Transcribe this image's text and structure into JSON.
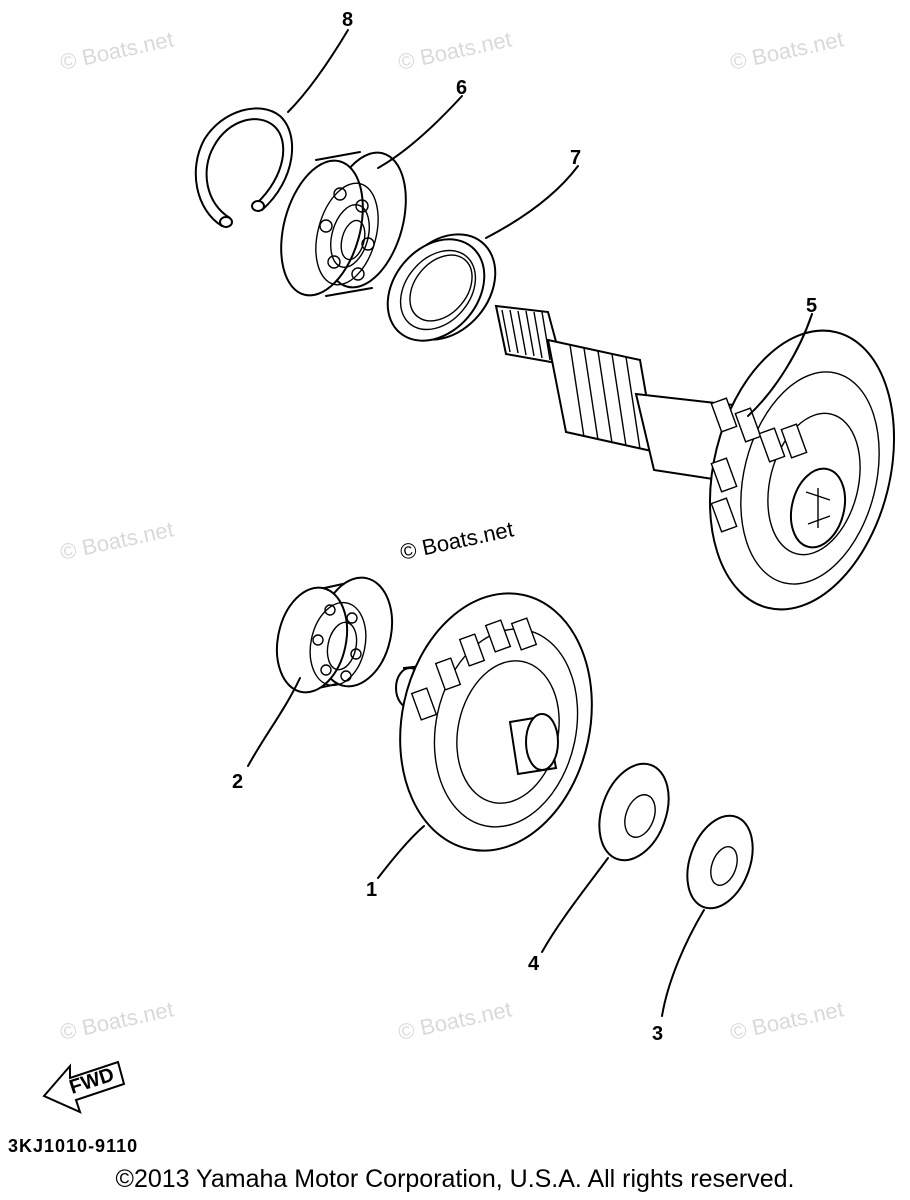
{
  "watermark": "© Boats.net",
  "center_watermark": "© Boats.net",
  "callouts": [
    "8",
    "6",
    "7",
    "5",
    "2",
    "1",
    "4",
    "3"
  ],
  "fwd_label": "FWD",
  "part_code": "3KJ1010-9110",
  "copyright": "©2013 Yamaha Motor Corporation, U.S.A. All rights reserved."
}
